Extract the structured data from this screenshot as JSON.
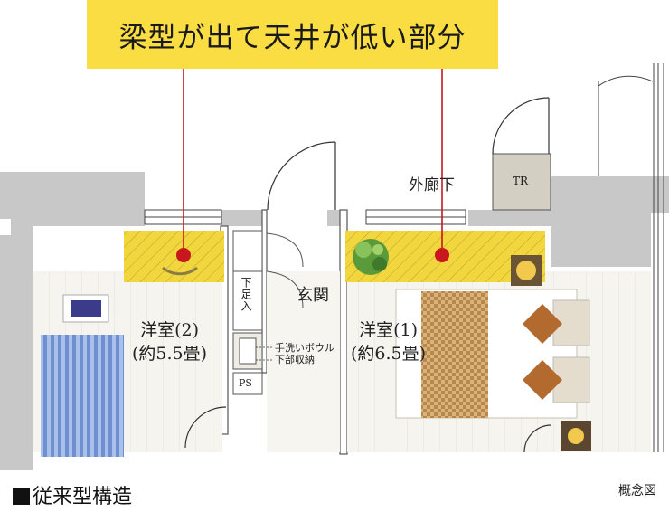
{
  "callout": {
    "text": "梁型が出て天井が低い部分"
  },
  "labels": {
    "corridor": "外廊下",
    "tr": "TR",
    "entrance": "玄関",
    "room2_name": "洋室(2)",
    "room2_size": "(約5.5畳)",
    "room1_name": "洋室(1)",
    "room1_size": "(約6.5畳)",
    "shoe": "下足入",
    "bowl_line1": "手洗いボウル",
    "bowl_line2": "下部収納",
    "ps": "PS"
  },
  "caption": {
    "text": "従来型構造"
  },
  "note": {
    "text": "概念図"
  },
  "colors": {
    "beam": "#f2d63e",
    "wall": "#c8c8c8",
    "floor": "#f4f2ec",
    "bed": "#7fa0d6",
    "accent_dot": "#c8171e"
  }
}
